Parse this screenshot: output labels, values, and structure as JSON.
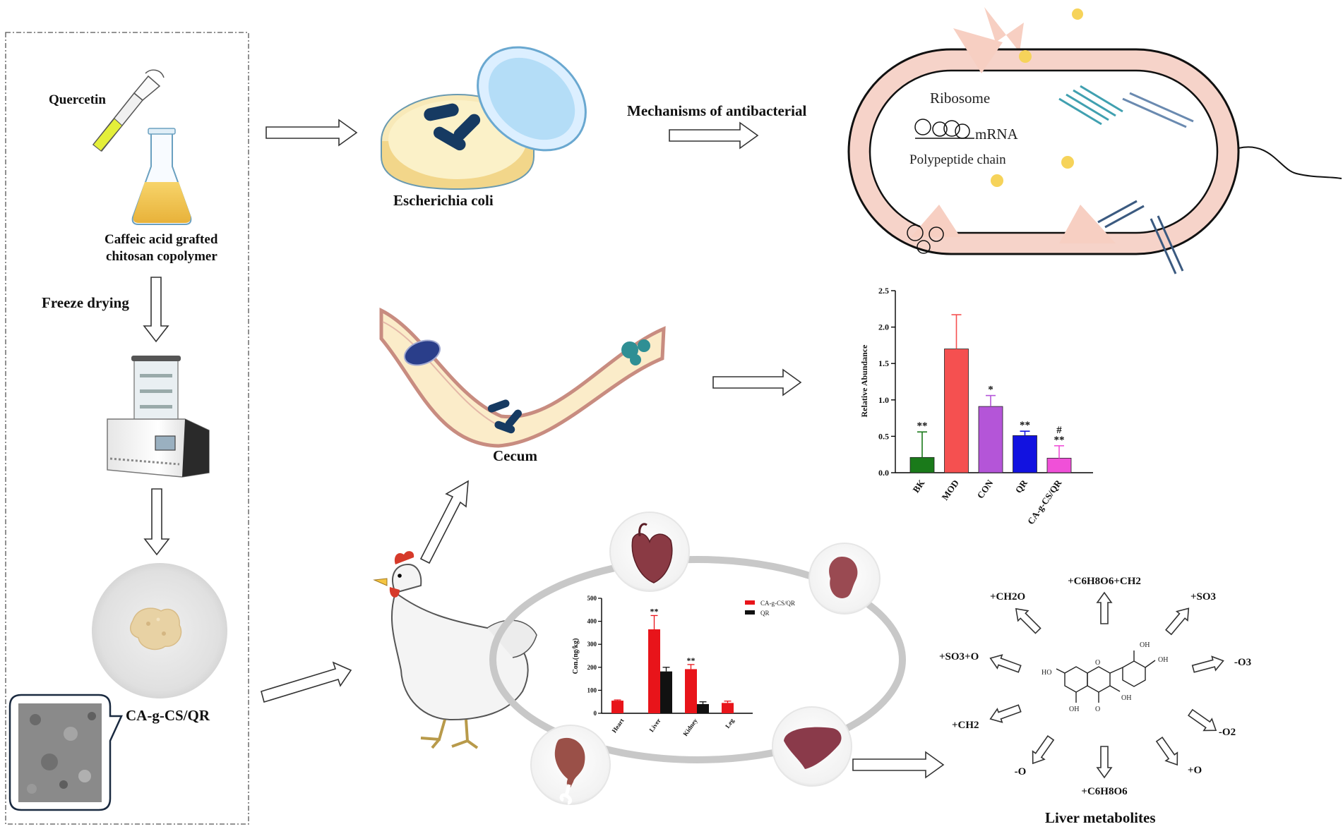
{
  "prep": {
    "quercetin": "Quercetin",
    "copolymer_line1": "Caffeic acid grafted",
    "copolymer_line2": "chitosan copolymer",
    "freeze_drying": "Freeze drying",
    "product": "CA-g-CS/QR"
  },
  "antibacterial": {
    "ecoli": "Escherichia coli",
    "mechanisms": "Mechanisms of antibacterial",
    "ribosome": "Ribosome",
    "mrna": "mRNA",
    "polypeptide": "Polypeptide chain"
  },
  "cecum": {
    "label": "Cecum"
  },
  "liver": {
    "label": "Liver metabolites",
    "metabolites": [
      "+CH2O",
      "+C6H8O6+CH2",
      "+SO3",
      "+SO3+O",
      "-O3",
      "+CH2",
      "-O2",
      "-O",
      "+C6H8O6",
      "+O"
    ],
    "oh_labels": [
      "OH",
      "OH",
      "HO",
      "OH",
      "OH"
    ],
    "o_labels": [
      "O",
      "O"
    ]
  },
  "colors": {
    "red": "#e8141a",
    "black": "#111111",
    "bar_bk": "#1a7a1a",
    "bar_mod": "#f55050",
    "bar_con": "#b455d8",
    "bar_qr": "#1212e0",
    "bar_cag": "#f050d8",
    "bacteria_fill": "#f6d3c9",
    "bacteria_outer": "#d79a87",
    "intestine": "#fbecc9"
  },
  "chart_data": [
    {
      "type": "bar",
      "categories": [
        "BK",
        "MOD",
        "CON",
        "QR",
        "CA-g-CS/QR"
      ],
      "values": [
        0.21,
        1.7,
        0.91,
        0.51,
        0.2
      ],
      "errors": [
        0.35,
        0.47,
        0.15,
        0.06,
        0.17
      ],
      "annotations": [
        "**",
        "",
        "*",
        "**",
        "#\n**"
      ],
      "ylabel": "Relative Abundance",
      "ylim": [
        0,
        2.5
      ],
      "yticks": [
        "0.0",
        "0.5",
        "1.0",
        "1.5",
        "2.0",
        "2.5"
      ],
      "colors": [
        "#1a7a1a",
        "#f55050",
        "#b455d8",
        "#1212e0",
        "#f050d8"
      ]
    },
    {
      "type": "bar",
      "categories": [
        "Heart",
        "Liver",
        "Kidney",
        "Leg"
      ],
      "series": [
        {
          "name": "CA-g-CS/QR",
          "values": [
            55,
            365,
            192,
            45
          ],
          "errors": [
            3,
            60,
            20,
            8
          ],
          "color": "#e8141a"
        },
        {
          "name": "QR",
          "values": [
            0,
            182,
            40,
            0
          ],
          "errors": [
            0,
            18,
            10,
            0
          ],
          "color": "#111111"
        }
      ],
      "annotations": [
        "",
        "**",
        "**",
        ""
      ],
      "ylabel": "Con.(ng/kg)",
      "ylim": [
        0,
        500
      ],
      "yticks": [
        "0",
        "100",
        "200",
        "300",
        "400",
        "500"
      ]
    }
  ]
}
